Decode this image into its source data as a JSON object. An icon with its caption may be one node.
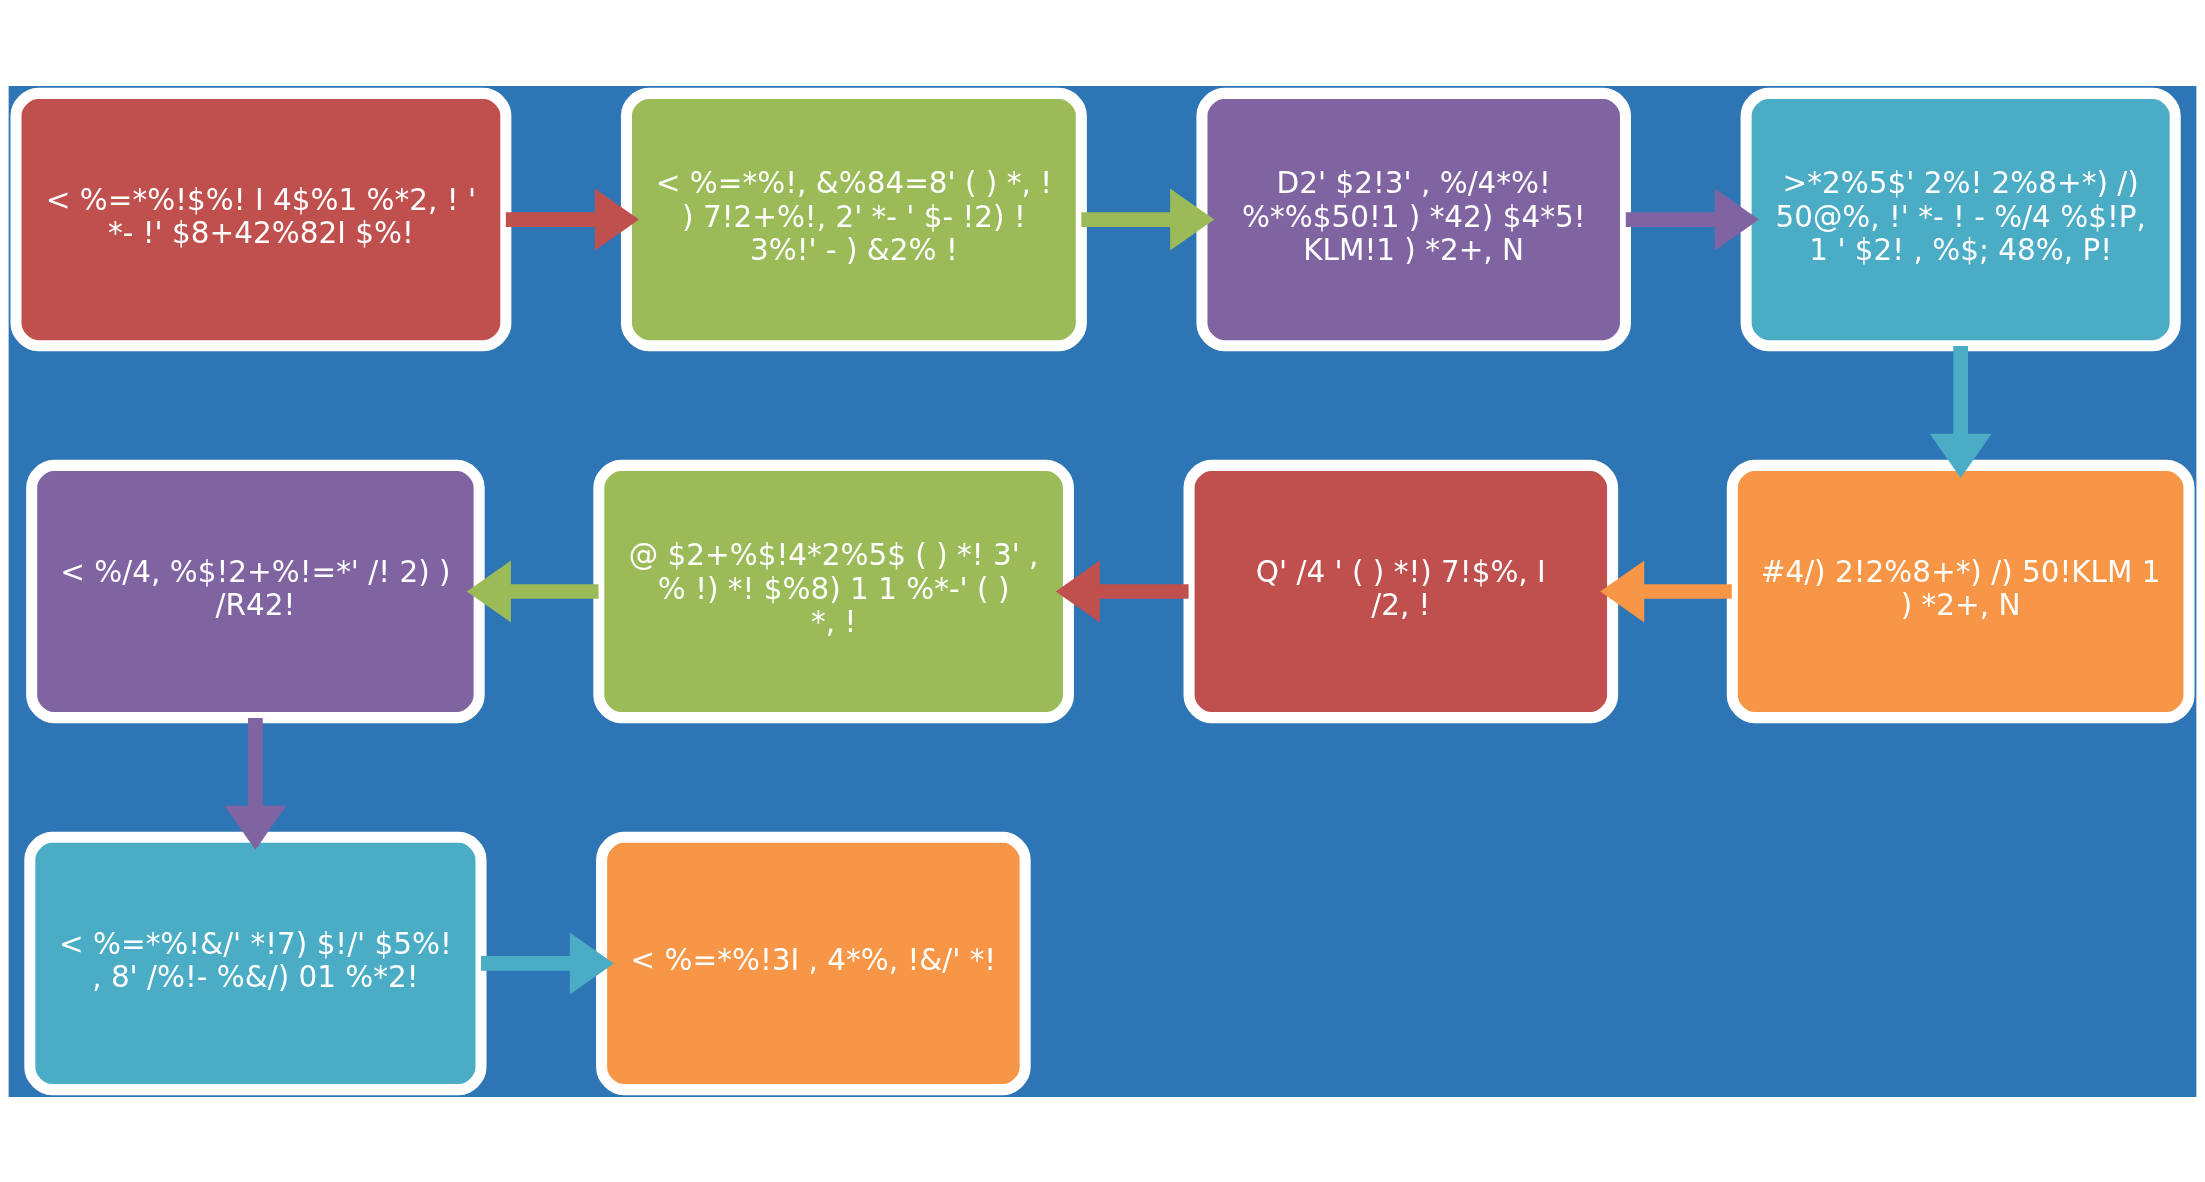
{
  "diagram": {
    "nodes": [
      {
        "text": [
          "< %=*%!$%! I 4$%1 %*2, ! ' *- !' $8+42%82I $%!"
        ]
      },
      {
        "text": [
          "< %=*%!, &%84=8' ( ) *, ! ) 7!2+%!, 2' *- ' $- !2) ! 3%!' - ) &2% !"
        ]
      },
      {
        "text": [
          "D2' $2!3' , %/4*%! %*%$50!1 ) *42) $4*5! KLM!1 ) *2+, N"
        ]
      },
      {
        "text": [
          ">*2%5$' 2%! 2%8+*) /) 50@%, !' *- ! - %/4 %$!P, 1 ' $2! , %$; 48%, P!"
        ]
      },
      {
        "text": [
          "#4/) 2!2%8+*) /) 50!KLM 1 ) *2+, N"
        ]
      },
      {
        "text": [
          "Q' /4 ' ( ) *!) 7!$%, I /2, !"
        ]
      },
      {
        "text": [
          "@ $2+%$!4*2%5$ ( ) *! 3' , % !) *! $%8) 1 1 %*-' ( ) *, !"
        ]
      },
      {
        "text": [
          "< %/4, %$!2+%!=*' /! 2) ) /R42!"
        ]
      },
      {
        "text": [
          "< %=*%!&/' *!7) $!/' $5%! , 8' /%!- %&/) 01 %*2!"
        ]
      },
      {
        "text": [
          "< %=*%!3I , 4*%, !&/' *!"
        ]
      }
    ],
    "edges": [
      {
        "from": 0,
        "to": 1,
        "arrow": "to",
        "color": "#c0504d"
      },
      {
        "from": 1,
        "to": 2,
        "arrow": "to",
        "color": "#9bbb59"
      },
      {
        "from": 2,
        "to": 3,
        "arrow": "to",
        "color": "#8064a2"
      },
      {
        "from": 3,
        "to": 4,
        "arrow": "to",
        "color": "#4bacc6"
      },
      {
        "from": 4,
        "to": 5,
        "arrow": "to",
        "color": "#f79646"
      },
      {
        "from": 5,
        "to": 6,
        "arrow": "to",
        "color": "#c0504d"
      },
      {
        "from": 6,
        "to": 7,
        "arrow": "to",
        "color": "#9bbb59"
      },
      {
        "from": 7,
        "to": 8,
        "arrow": "to",
        "color": "#8064a2"
      },
      {
        "from": 8,
        "to": 9,
        "arrow": "to",
        "color": "#4bacc6"
      }
    ]
  }
}
